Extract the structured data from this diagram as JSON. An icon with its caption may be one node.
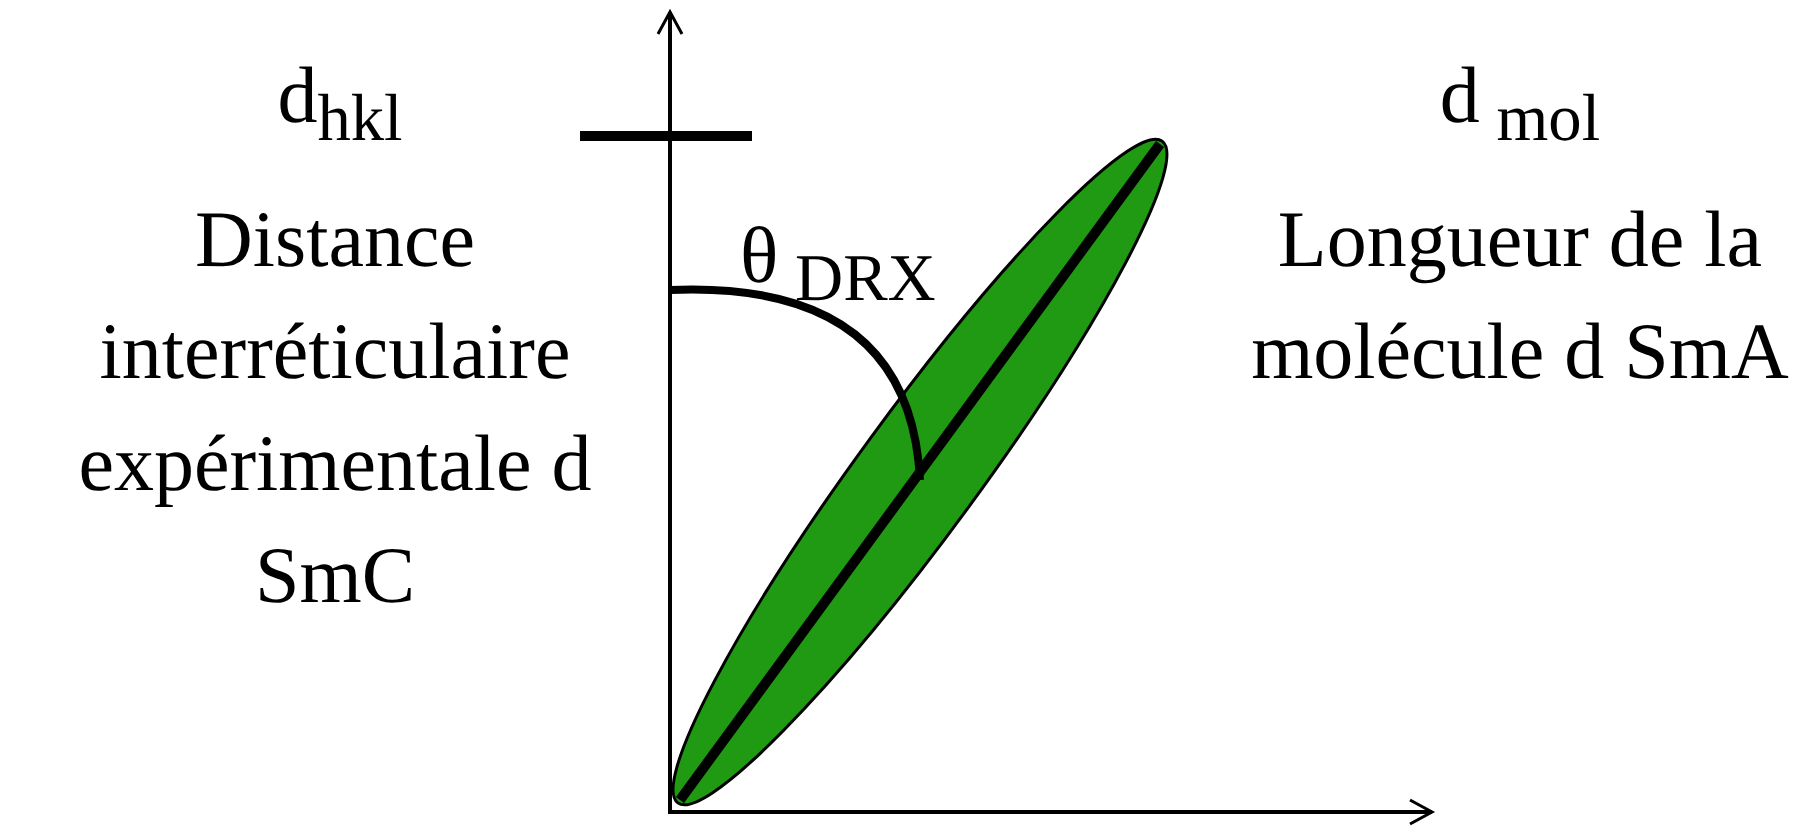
{
  "diagram": {
    "labels": [
      "d$_{hkl}$",
      "Distance interréticulaire expérimentale d SmC",
      "θ$_{ DRX}$",
      "d$_{ mol}$",
      "Longueur de la molécule d SmA"
    ]
  }
}
